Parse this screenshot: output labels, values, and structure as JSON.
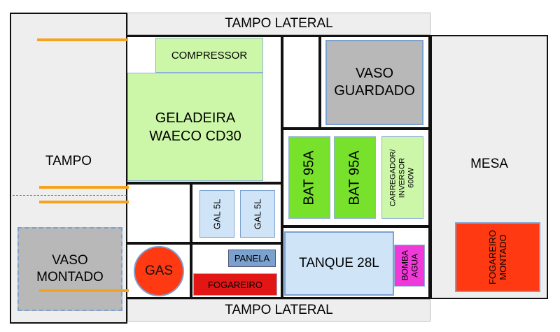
{
  "tampo": {
    "label": "TAMPO"
  },
  "vaso_montado": {
    "label": "VASO MONTADO"
  },
  "tampo_lateral_top": {
    "label": "TAMPO LATERAL"
  },
  "tampo_lateral_bottom": {
    "label": "TAMPO LATERAL"
  },
  "compressor": {
    "label": "COMPRESSOR"
  },
  "geladeira": {
    "label": "GELADEIRA WAECO CD30"
  },
  "vaso_guardado": {
    "label": "VASO GUARDADO"
  },
  "bat1": {
    "label": "BAT 95A"
  },
  "bat2": {
    "label": "BAT 95A"
  },
  "carregador": {
    "label": "CARREGADOR/ INVERSOR 600W"
  },
  "gal1": {
    "label": "GAL 5L"
  },
  "gal2": {
    "label": "GAL 5L"
  },
  "gas": {
    "label": "GAS"
  },
  "panela": {
    "label": "PANELA"
  },
  "fogareiro": {
    "label": "FOGAREIRO"
  },
  "tanque": {
    "label": "TANQUE 28L"
  },
  "bomba": {
    "label": "BOMBA AGUA"
  },
  "mesa": {
    "label": "MESA"
  },
  "fogareiro_montado": {
    "label": "FOGAREIRO MONTADO"
  },
  "colors": {
    "light_gray": "#eeeeee",
    "mid_gray": "#b8b8b8",
    "light_green": "#ccf7a8",
    "bright_green": "#77e12c",
    "light_blue": "#cfe5f7",
    "steel_blue": "#7ba1cf",
    "red_orange": "#ff3a12",
    "red": "#e31616",
    "magenta": "#f039d9",
    "orange": "#f5a21c"
  }
}
